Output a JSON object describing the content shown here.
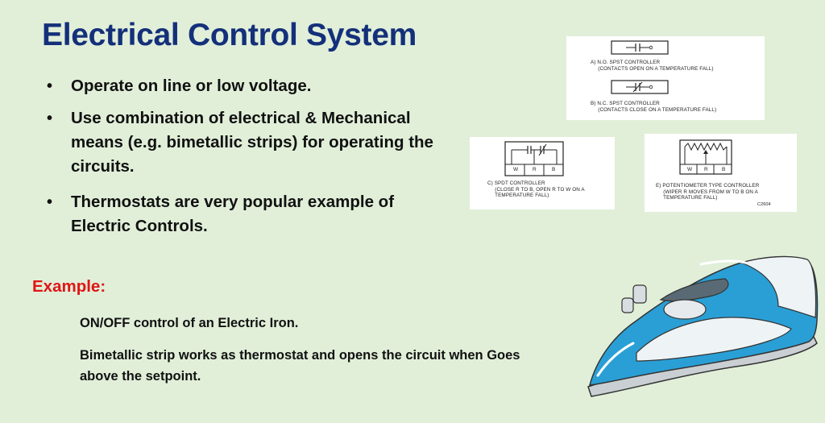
{
  "title": "Electrical Control System",
  "bullets": [
    "Operate on line or low voltage.",
    "Use combination of electrical & Mechanical means (e.g. bimetallic strips) for operating the circuits.",
    "Thermostats are very popular example of Electric Controls."
  ],
  "example": {
    "label": "Example:",
    "line1": "ON/OFF control of an Electric Iron.",
    "line2": "Bimetallic strip works as thermostat and opens the circuit when Goes above the setpoint."
  },
  "diagrams": {
    "a_caption": "A) N.O. SPST CONTROLLER\n     (CONTACTS OPEN ON A TEMPERATURE FALL)",
    "b_caption": "B) N.C. SPST CONTROLLER\n     (CONTACTS CLOSE ON A TEMPERATURE FALL)",
    "c_caption": "C) SPDT CONTROLLER\n     (CLOSE R TO B, OPEN R TO W ON A\n     TEMPERATURE FALL)",
    "e_caption": "E) POTENTIOMETER TYPE CONTROLLER\n     (WIPER R MOVES FROM W TO B ON A\n     TEMPERATURE FALL)",
    "terminal_w": "W",
    "terminal_r": "R",
    "terminal_b": "B",
    "figure_code": "C2604"
  },
  "colors": {
    "background": "#e1efd9",
    "title": "#14307a",
    "example_label": "#e01515",
    "iron_blue": "#2a9fd6"
  }
}
